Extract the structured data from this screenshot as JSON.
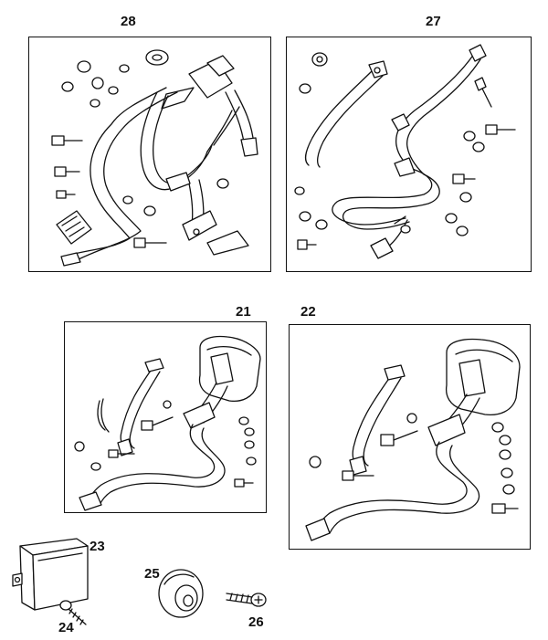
{
  "labels": {
    "p28": "28",
    "p27": "27",
    "p21": "21",
    "p22": "22",
    "p23": "23",
    "p24": "24",
    "p25": "25",
    "p26": "26"
  }
}
